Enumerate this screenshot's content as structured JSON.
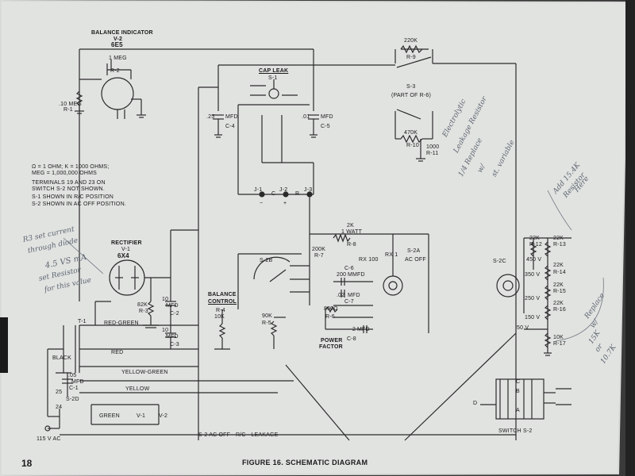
{
  "page": {
    "page_number": "18",
    "figure_caption": "FIGURE 16.  SCHEMATIC DIAGRAM"
  },
  "header": {
    "balance_indicator": "BALANCE INDICATOR",
    "v2": "V-2",
    "v2_tube": "6E5",
    "one_meg": "1 MEG",
    "r2": "R-2",
    "ten_meg": ".10 MEG",
    "r1": "R-1"
  },
  "cap_leak": {
    "title": "CAP LEAK",
    "s1": "S-1",
    "c4_value": ".25",
    "c4_mfd": "MFD",
    "c4": "C-4",
    "c5_value": ".01",
    "c5_mfd": "MFD",
    "c5": "C-5"
  },
  "s3": {
    "r9_value": "220K",
    "r9": "R-9",
    "s3": "S-3",
    "part": "(PART OF R-6)",
    "r10_value": "470K",
    "r10": "R-10",
    "r11_value": "1000",
    "r11": "R-11"
  },
  "notes": {
    "line1": "Ω = 1 OHM;  K = 1000 OHMS;",
    "line2": "MEG = 1,000,000 OHMS",
    "line3": "TERMINALS 19 AND 23 ON",
    "line4": "SWITCH S-2 NOT SHOWN.",
    "line5": "S-1  SHOWN IN R/C POSITION",
    "line6": "S-2  SHOWN IN AC OFF POSITION."
  },
  "jacks": {
    "j1": "J-1",
    "j2": "J-2",
    "j3": "J-3",
    "c": "C",
    "r": "R",
    "minus": "−",
    "plus": "+"
  },
  "rectifier": {
    "title": "RECTIFIER",
    "v1": "V-1",
    "tube": "6X4",
    "r3_value": "82K",
    "r3": "R-3",
    "c2_value": "10",
    "c2_mfd": "MFD",
    "c2": "C-2",
    "c3_value": "10",
    "c3_mfd": "MFD",
    "c3": "C-3"
  },
  "resistors": {
    "r8_value": "2K",
    "r8_watt": "1 WATT",
    "r8": "R-8",
    "r7_value": "200K",
    "r7": "R-7",
    "r4_value": "10K",
    "r4": "R-4",
    "r5_value": "90K",
    "r5": "R-5",
    "r6_value": "800Ω",
    "r6": "R-6"
  },
  "switch_sections": {
    "s2b": "S-2B",
    "s2a": "S-2A",
    "s2c": "S-2C",
    "s2d": "S-2D",
    "rx1": "RX 1",
    "rx100": "RX 100",
    "ac_off": "AC OFF",
    "balance_control_1": "BALANCE",
    "balance_control_2": "CONTROL",
    "power_factor_1": "POWER",
    "power_factor_2": "FACTOR"
  },
  "s2a_caps": {
    "c6_value": "200",
    "c6_mfd": "MMFD",
    "c6": "C-6",
    "c7_value": ".02",
    "c7_mfd": "MFD",
    "c7": "C-7",
    "c8_value": "2",
    "c8_mfd": "MFD",
    "c8": "C-8"
  },
  "ladder": {
    "r12": "R-12",
    "r13": "R-13",
    "r14": "R-14",
    "r15": "R-15",
    "r16": "R-16",
    "r17": "R-17",
    "k22": "22K",
    "k10": "10K",
    "v450": "450 V",
    "v350": "350 V",
    "v250": "250 V",
    "v150": "150 V",
    "v50": "50 V"
  },
  "transformer": {
    "t1": "T-1",
    "black": "BLACK",
    "red_green": "RED-GREEN",
    "red": "RED",
    "yellow_green": "YELLOW-GREEN",
    "yellow": "YELLOW",
    "green": "GREEN",
    "v1": "V-1",
    "v2": "V-2",
    "c1_value": ".05",
    "c1_mfd": "MFD",
    "c1": "C-1",
    "t25": "25",
    "t24": "24",
    "ac": "115 V AC",
    "bottom_label": "S-2   AC OFF - R/C - LEAKAGE"
  },
  "switch_s2": {
    "title": "SWITCH  S-2",
    "a": "A",
    "b": "B",
    "c": "C",
    "d": "D"
  },
  "handwritten": {
    "h1": "Electrolytic",
    "h2": "Leakage Resistor",
    "h3": "1/4 Replace",
    "h4": "w/",
    "h5": "st. variable",
    "h6": "Add 15.4K",
    "h7": "Resistor",
    "h8": "Here",
    "h9": "R3 set current",
    "h10": "through diode",
    "h11": "4.5 VS mA",
    "h12": "set Resistor",
    "h13": "for this value",
    "h14": "Replace",
    "h15": "w/",
    "h16": "15K",
    "h17": "or",
    "h18": "10.7K"
  }
}
